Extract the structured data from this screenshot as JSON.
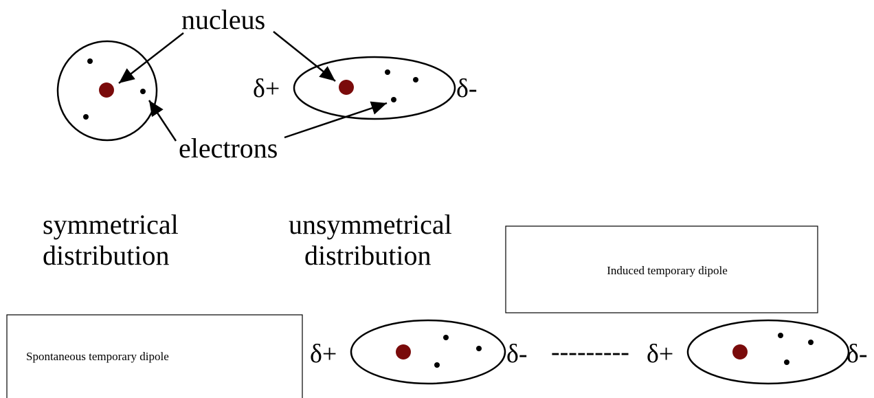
{
  "labels": {
    "nucleus": "nucleus",
    "electrons": "electrons",
    "symmetrical_line1": "symmetrical",
    "symmetrical_line2": "distribution",
    "unsymmetrical_line1": "unsymmetrical",
    "unsymmetrical_line2": "distribution"
  },
  "charges": {
    "positive": "δ+",
    "negative": "δ-"
  },
  "boxes": {
    "induced": "Induced temporary dipole",
    "spontaneous": "Spontaneous temporary dipole"
  },
  "connector": "---------",
  "colors": {
    "nucleus": "#7a0b0b",
    "electron": "#000000",
    "line": "#000000"
  }
}
